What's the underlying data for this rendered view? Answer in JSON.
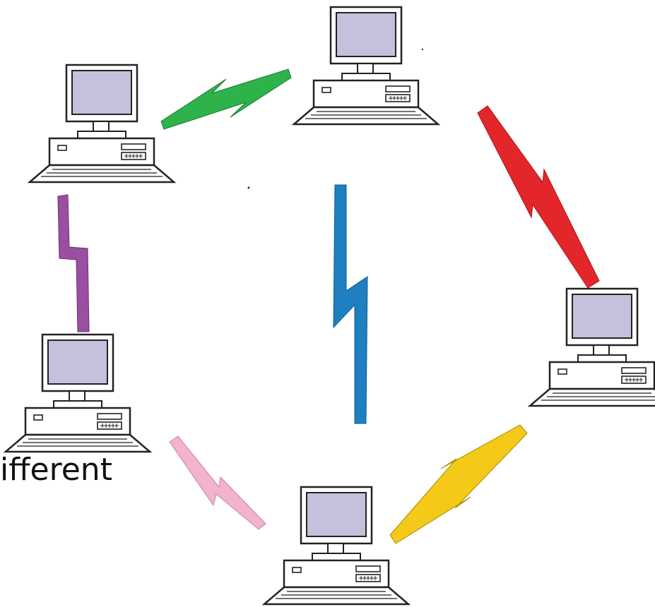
{
  "caption": "ifferent",
  "icons": {
    "computer": "desktop-computer-icon",
    "link": "lightning-link-icon"
  },
  "colors": {
    "screen_fill": "#C6C0DC",
    "outline": "#222222",
    "link_green": "#2DB34A",
    "link_red": "#E3262A",
    "link_purple": "#9B4FA0",
    "link_blue": "#1E7FC1",
    "link_yellow": "#F4C917",
    "link_pink": "#F2B3CF"
  },
  "computers": [
    "computer-top-left",
    "computer-top-center",
    "computer-right",
    "computer-left",
    "computer-bottom"
  ],
  "links": [
    {
      "id": "link-green",
      "color": "#2DB34A",
      "from": "computer-top-left",
      "to": "computer-top-center"
    },
    {
      "id": "link-red",
      "color": "#E3262A",
      "from": "computer-top-center",
      "to": "computer-right"
    },
    {
      "id": "link-purple",
      "color": "#9B4FA0",
      "from": "computer-top-left",
      "to": "computer-left"
    },
    {
      "id": "link-blue",
      "color": "#1E7FC1",
      "from": "center",
      "to": "center"
    },
    {
      "id": "link-yellow",
      "color": "#F4C917",
      "from": "computer-bottom",
      "to": "computer-right"
    },
    {
      "id": "link-pink",
      "color": "#F2B3CF",
      "from": "computer-left",
      "to": "computer-bottom"
    }
  ]
}
